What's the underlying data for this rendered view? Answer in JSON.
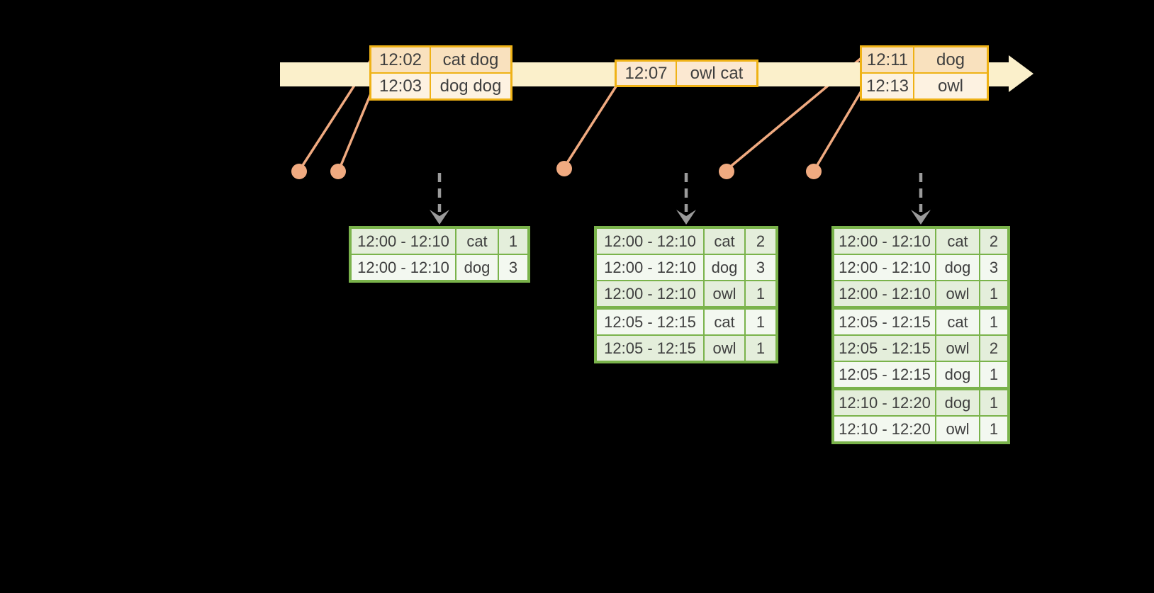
{
  "colors": {
    "background": "#000000",
    "timeline_yellow": "#FBF0CB",
    "event_border": "#EFB216",
    "event_fill_dark": "#F9E1BE",
    "event_fill_light": "#FDF2E1",
    "event_fill_mid": "#FBE8D1",
    "connector_salmon": "#F0AA80",
    "trigger_gray": "#9B9B9B",
    "result_border": "#7AB34B",
    "result_fill_dark": "#E4EEDB",
    "result_fill_light": "#F3F8F0",
    "text": "#3F3F3F"
  },
  "events": {
    "boxes": [
      {
        "rows": [
          {
            "time": "12:02",
            "words": "cat dog"
          },
          {
            "time": "12:03",
            "words": "dog dog"
          }
        ]
      },
      {
        "rows": [
          {
            "time": "12:07",
            "words": "owl cat"
          }
        ]
      },
      {
        "rows": [
          {
            "time": "12:11",
            "words": "dog"
          },
          {
            "time": "12:13",
            "words": "owl"
          }
        ]
      }
    ]
  },
  "results": {
    "tables": [
      {
        "rows": [
          {
            "window": "12:00 - 12:10",
            "word": "cat",
            "count": "1"
          },
          {
            "window": "12:00 - 12:10",
            "word": "dog",
            "count": "3"
          }
        ]
      },
      {
        "rows": [
          {
            "window": "12:00 - 12:10",
            "word": "cat",
            "count": "2"
          },
          {
            "window": "12:00 - 12:10",
            "word": "dog",
            "count": "3"
          },
          {
            "window": "12:00 - 12:10",
            "word": "owl",
            "count": "1"
          },
          {
            "window": "12:05 - 12:15",
            "word": "cat",
            "count": "1"
          },
          {
            "window": "12:05 - 12:15",
            "word": "owl",
            "count": "1"
          }
        ]
      },
      {
        "rows": [
          {
            "window": "12:00 - 12:10",
            "word": "cat",
            "count": "2"
          },
          {
            "window": "12:00 - 12:10",
            "word": "dog",
            "count": "3"
          },
          {
            "window": "12:00 - 12:10",
            "word": "owl",
            "count": "1"
          },
          {
            "window": "12:05 - 12:15",
            "word": "cat",
            "count": "1"
          },
          {
            "window": "12:05 - 12:15",
            "word": "owl",
            "count": "2"
          },
          {
            "window": "12:05 - 12:15",
            "word": "dog",
            "count": "1"
          },
          {
            "window": "12:10 - 12:20",
            "word": "dog",
            "count": "1"
          },
          {
            "window": "12:10 - 12:20",
            "word": "owl",
            "count": "1"
          }
        ]
      }
    ]
  }
}
